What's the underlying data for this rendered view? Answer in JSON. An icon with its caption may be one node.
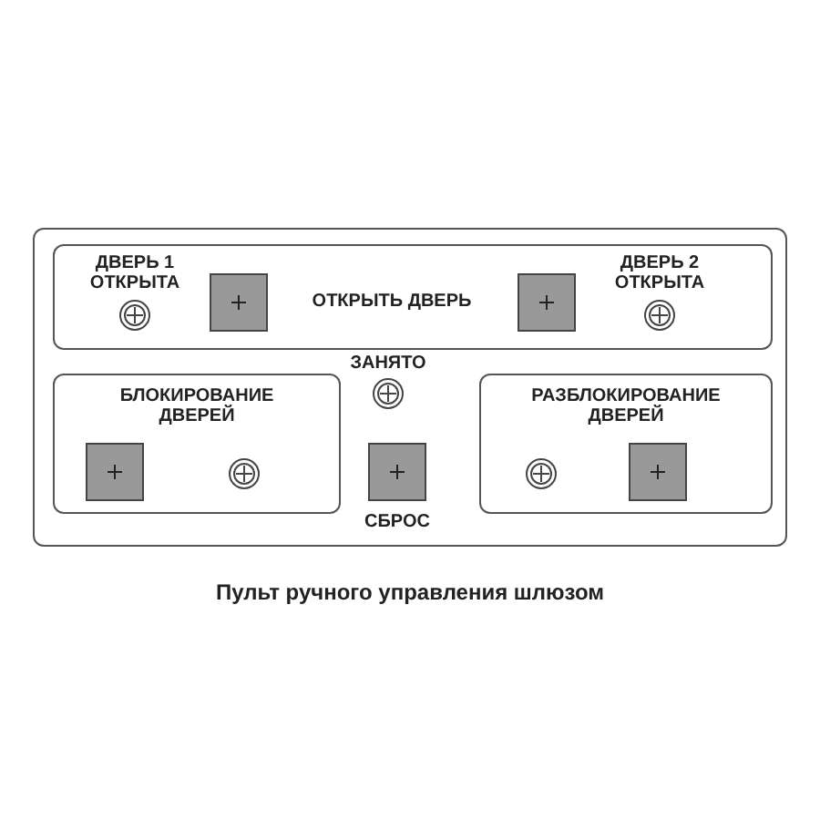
{
  "diagram": {
    "caption": "Пульт ручного управления шлюзом",
    "nodes": [
      {
        "text": [],
        "shape": "box"
      },
      {
        "text": [],
        "shape": "box",
        "in": 0
      },
      {
        "text": [
          "БЛОКИРОВАНИЕ ДВЕРЕЙ"
        ],
        "in": 0
      },
      {
        "text": [
          "РАЗБЛОКИРОВАНИЕ ДВЕРЕЙ"
        ],
        "in": 0
      }
    ],
    "labels": [
      "ДВЕРЬ 1 ОТКРЫТА",
      "ОТКРЫТЬ ДВЕРЬ",
      "ДВЕРЬ 2 ОТКРЫТА",
      "ЗАНЯТО",
      "СБРОС"
    ]
  }
}
